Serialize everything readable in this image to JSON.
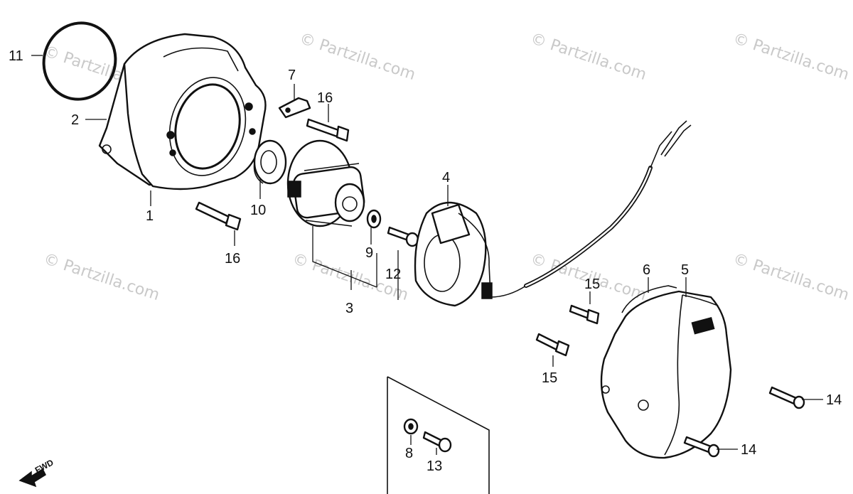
{
  "watermark": "© Partzilla.com",
  "fwd_label": "FWD",
  "callouts": [
    {
      "id": "1",
      "label": "1"
    },
    {
      "id": "2",
      "label": "2"
    },
    {
      "id": "3",
      "label": "3"
    },
    {
      "id": "4",
      "label": "4"
    },
    {
      "id": "5",
      "label": "5"
    },
    {
      "id": "6",
      "label": "6"
    },
    {
      "id": "7",
      "label": "7"
    },
    {
      "id": "8",
      "label": "8"
    },
    {
      "id": "9",
      "label": "9"
    },
    {
      "id": "10",
      "label": "10"
    },
    {
      "id": "11",
      "label": "11"
    },
    {
      "id": "12",
      "label": "12"
    },
    {
      "id": "13",
      "label": "13"
    },
    {
      "id": "14a",
      "label": "14"
    },
    {
      "id": "14b",
      "label": "14"
    },
    {
      "id": "15a",
      "label": "15"
    },
    {
      "id": "15b",
      "label": "15"
    },
    {
      "id": "16a",
      "label": "16"
    },
    {
      "id": "16b",
      "label": "16"
    }
  ]
}
